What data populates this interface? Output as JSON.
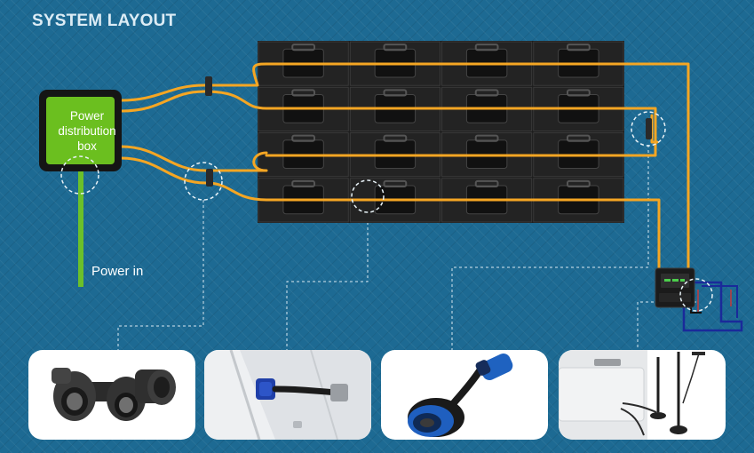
{
  "title": "SYSTEM LAYOUT",
  "power_distribution_box": {
    "lines": [
      "Power",
      "distribution",
      "box"
    ]
  },
  "power_in_label": "Power in",
  "colors": {
    "background": "#1d6a93",
    "cable": "#f5a623",
    "power_line": "#6bc02a",
    "box_fill": "#6bbf1f",
    "panel": "#1c1c1c",
    "signal_cable": "#1a2a9a"
  },
  "wall": {
    "rows": 4,
    "columns": 4
  },
  "detail_photos": [
    {
      "name": "photo-power-connectors",
      "depicts": "twin connector plugs"
    },
    {
      "name": "photo-box-cable-gland",
      "depicts": "cable entering enclosure"
    },
    {
      "name": "photo-cable-connector",
      "depicts": "blue connector cable"
    },
    {
      "name": "photo-controller-antennas",
      "depicts": "controller box with antennas"
    }
  ]
}
